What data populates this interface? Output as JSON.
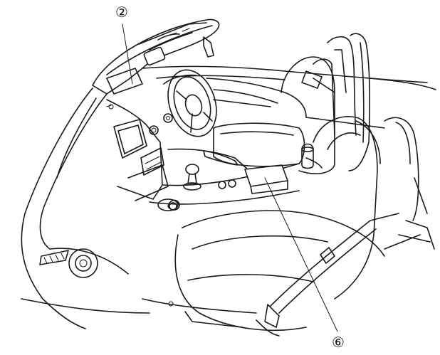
{
  "callouts": [
    {
      "id": "2",
      "label": "②"
    },
    {
      "id": "6",
      "label": "⑥"
    }
  ]
}
